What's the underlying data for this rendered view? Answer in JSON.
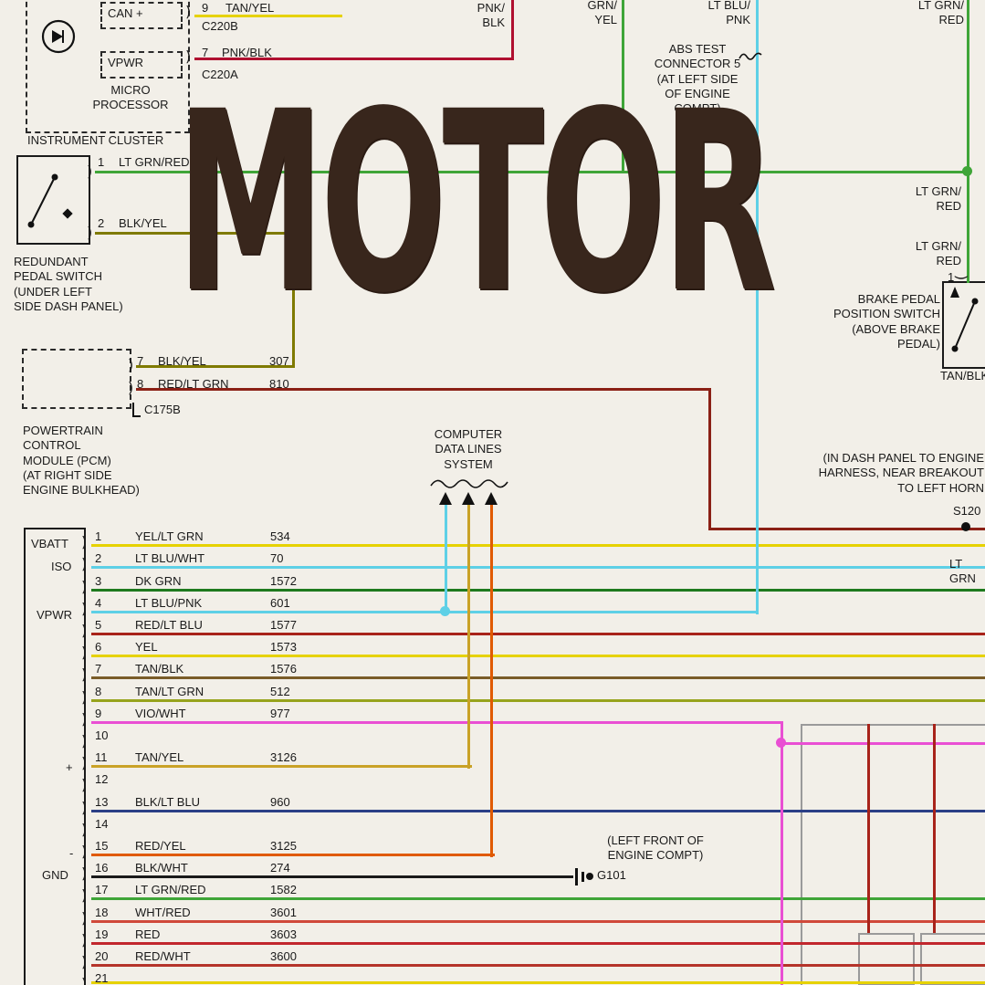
{
  "watermark": {
    "text": "MOTOR"
  },
  "colors": {
    "yellow": "#e6d200",
    "cyan": "#5ed0e6",
    "dk_green": "#1e7a1e",
    "crimson": "#a8231a",
    "tan_blk": "#7a5c28",
    "olive": "#97a31c",
    "magenta": "#e94fd3",
    "tan_yel": "#c9a227",
    "navy": "#2b3f86",
    "orange": "#e05a00",
    "black": "#1a1a1a",
    "green": "#3fa538",
    "blk_yel": "#7f7a00",
    "maroon": "#8b2015",
    "pnk_blk": "#b01030",
    "lt_red": "#d0493a",
    "red": "#c1272d",
    "red2": "#b5342a",
    "gray": "#9a9a9a"
  },
  "instrument_cluster": {
    "title": "INSTRUMENT CLUSTER",
    "micro_processor": "MICRO\nPROCESSOR",
    "can_plus": "CAN +",
    "vpwr": "VPWR",
    "pin9": {
      "num": "9",
      "wire": "TAN/YEL",
      "conn": "C220B"
    },
    "pin7": {
      "num": "7",
      "wire": "PNK/BLK",
      "conn": "C220A"
    }
  },
  "pedal_switch": {
    "caption": "REDUNDANT\nPEDAL SWITCH\n(UNDER LEFT\nSIDE DASH PANEL)",
    "pin1": {
      "num": "1",
      "wire": "LT GRN/RED"
    },
    "pin2": {
      "num": "2",
      "wire": "BLK/YEL"
    }
  },
  "pcm": {
    "caption": "POWERTRAIN\nCONTROL\nMODULE (PCM)\n(AT RIGHT SIDE\nENGINE BULKHEAD)",
    "connector": "C175B",
    "pin7": {
      "num": "7",
      "wire": "BLK/YEL",
      "circuit": "307"
    },
    "pin8": {
      "num": "8",
      "wire": "RED/LT GRN",
      "circuit": "810"
    }
  },
  "top_labels": {
    "pnk_blk": "PNK/\nBLK",
    "grn_yel": "GRN/\nYEL",
    "lt_blu_pnk": "LT BLU/\nPNK",
    "lt_grn_red": "LT GRN/\nRED"
  },
  "abs": {
    "caption": "ABS TEST\nCONNECTOR 5\n(AT LEFT SIDE\nOF ENGINE\nCOMPT)"
  },
  "computer_data": {
    "caption": "COMPUTER\nDATA LINES\nSYSTEM"
  },
  "right_labels": {
    "lt_grn_red_1": "LT GRN/\nRED",
    "lt_grn_red_2": "LT GRN/\nRED",
    "brake_pin": "1",
    "brake_caption": "BRAKE PEDAL\nPOSITION SWITCH\n(ABOVE BRAKE\nPEDAL)",
    "tan_blk": "TAN/BLK",
    "in_dash": "(IN DASH PANEL TO ENGINE\nHARNESS, NEAR BREAKOUT\nTO LEFT HORN",
    "s120": "S120",
    "lt_grn_clip": "LT GRN"
  },
  "ground": {
    "left_front": "(LEFT FRONT OF\nENGINE COMPT)",
    "g101": "G101"
  },
  "pcm_connector": {
    "vbatt": "VBATT",
    "iso": "ISO",
    "vpwr": "VPWR",
    "plus": "+",
    "minus": "-",
    "gnd": "GND",
    "rows": [
      {
        "pin": "1",
        "wire": "YEL/LT GRN",
        "circuit": "534",
        "color": "yellow"
      },
      {
        "pin": "2",
        "wire": "LT BLU/WHT",
        "circuit": "70",
        "color": "cyan"
      },
      {
        "pin": "3",
        "wire": "DK GRN",
        "circuit": "1572",
        "color": "dk_green"
      },
      {
        "pin": "4",
        "wire": "LT BLU/PNK",
        "circuit": "601",
        "color": "cyan"
      },
      {
        "pin": "5",
        "wire": "RED/LT BLU",
        "circuit": "1577",
        "color": "crimson"
      },
      {
        "pin": "6",
        "wire": "YEL",
        "circuit": "1573",
        "color": "yellow"
      },
      {
        "pin": "7",
        "wire": "TAN/BLK",
        "circuit": "1576",
        "color": "tan_blk"
      },
      {
        "pin": "8",
        "wire": "TAN/LT GRN",
        "circuit": "512",
        "color": "olive"
      },
      {
        "pin": "9",
        "wire": "VIO/WHT",
        "circuit": "977",
        "color": "magenta"
      },
      {
        "pin": "10",
        "wire": "",
        "circuit": "",
        "color": null
      },
      {
        "pin": "11",
        "wire": "TAN/YEL",
        "circuit": "3126",
        "color": "tan_yel"
      },
      {
        "pin": "12",
        "wire": "",
        "circuit": "",
        "color": null
      },
      {
        "pin": "13",
        "wire": "BLK/LT BLU",
        "circuit": "960",
        "color": "navy"
      },
      {
        "pin": "14",
        "wire": "",
        "circuit": "",
        "color": null
      },
      {
        "pin": "15",
        "wire": "RED/YEL",
        "circuit": "3125",
        "color": "orange"
      },
      {
        "pin": "16",
        "wire": "BLK/WHT",
        "circuit": "274",
        "color": "black"
      },
      {
        "pin": "17",
        "wire": "LT GRN/RED",
        "circuit": "1582",
        "color": "green"
      },
      {
        "pin": "18",
        "wire": "WHT/RED",
        "circuit": "3601",
        "color": "lt_red"
      },
      {
        "pin": "19",
        "wire": "RED",
        "circuit": "3603",
        "color": "red"
      },
      {
        "pin": "20",
        "wire": "RED/WHT",
        "circuit": "3600",
        "color": "red2"
      },
      {
        "pin": "21",
        "wire": "",
        "circuit": "",
        "color": null
      }
    ]
  }
}
